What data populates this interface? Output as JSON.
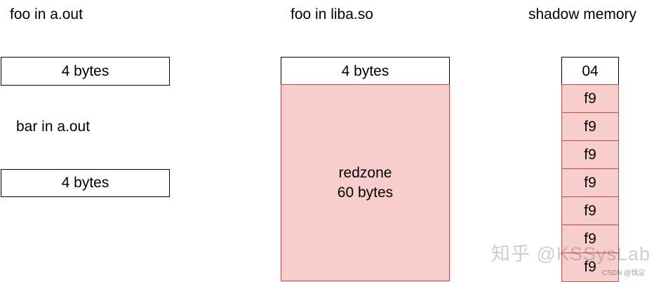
{
  "column1": {
    "foo_label": "foo in a.out",
    "foo_box": "4 bytes",
    "bar_label": "bar in a.out",
    "bar_box": "4 bytes"
  },
  "column2": {
    "foo_label": "foo in liba.so",
    "foo_box": "4 bytes",
    "redzone_line1": "redzone",
    "redzone_line2": "60 bytes"
  },
  "column3": {
    "title": "shadow memory",
    "cells": [
      "04",
      "f9",
      "f9",
      "f9",
      "f9",
      "f9",
      "f9",
      "f9"
    ]
  },
  "watermark": {
    "text": "知乎 @KSSysLab",
    "credit": "CSDN @伐尘"
  },
  "colors": {
    "redzone_fill": "#f8cecc",
    "redzone_border": "#b85450",
    "box_border": "#000000"
  }
}
